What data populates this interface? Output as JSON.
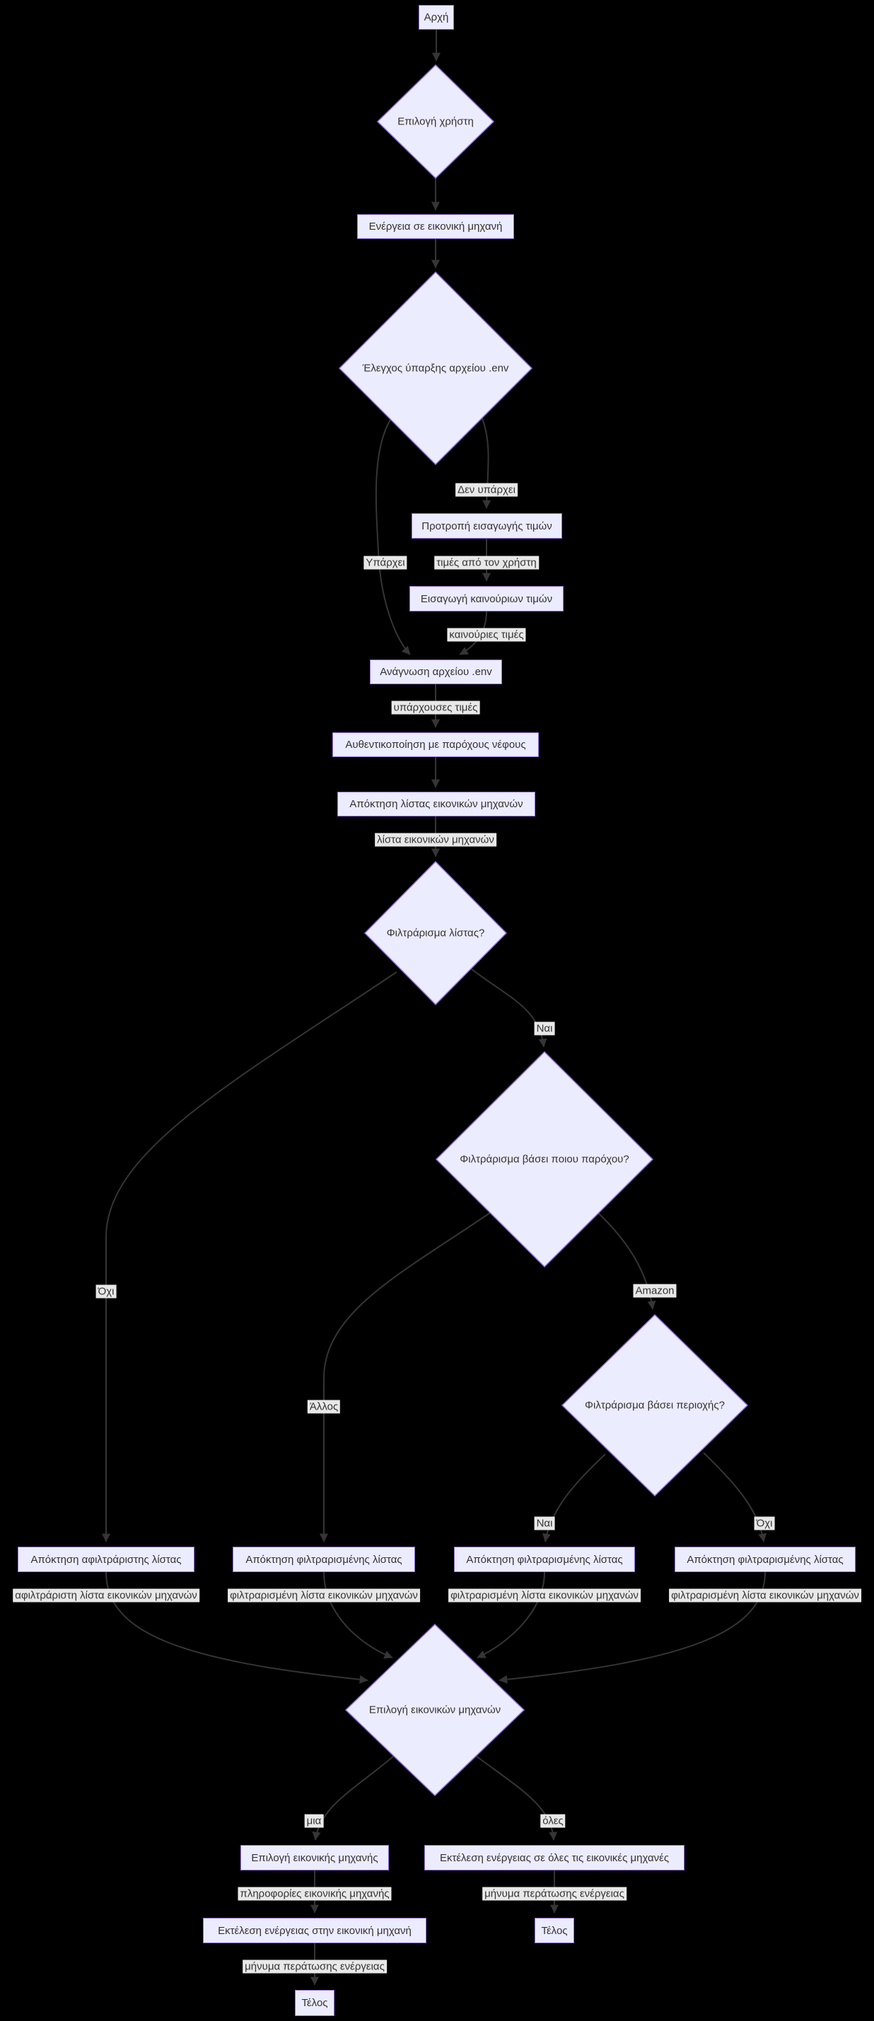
{
  "diagram": {
    "type": "flowchart",
    "colors": {
      "background": "#000000",
      "node_fill": "#ECECFF",
      "node_border": "#9370DB",
      "node_text": "#333333",
      "edge_color": "#353535",
      "edge_label_bg": "#e8e8e8"
    },
    "nodes": {
      "start": "Αρχή",
      "user_choice": "Επιλογή χρήστη",
      "vm_action": "Ενέργεια σε εικονική μηχανή",
      "check_env": "Έλεγχος ύπαρξης αρχείου .env",
      "prompt_values": "Προτροπή εισαγωγής τιμών",
      "input_values": "Εισαγωγή καινούριων τιμών",
      "read_env": "Ανάγνωση αρχείου .env",
      "auth_cloud": "Αυθεντικοποίηση με παρόχους νέφους",
      "get_vm_list": "Απόκτηση λίστας εικονικών μηχανών",
      "filter_list_q": "Φιλτράρισμα λίστας?",
      "filter_provider_q": "Φιλτράρισμα βάσει ποιου παρόχου?",
      "filter_region_q": "Φιλτράρισμα βάσει περιοχής?",
      "get_unfiltered": "Απόκτηση αφιλτράριστης λίστας",
      "get_filtered_1": "Απόκτηση φιλτραρισμένης λίστας",
      "get_filtered_2": "Απόκτηση φιλτραρισμένης λίστας",
      "get_filtered_3": "Απόκτηση φιλτραρισμένης λίστας",
      "select_vms_q": "Επιλογή εικονικών μηχανών",
      "select_vm": "Επιλογή εικονικής μηχανής",
      "exec_all": "Εκτέλεση ενέργειας σε όλες τις εικονικές μηχανές",
      "exec_one": "Εκτέλεση ενέργειας στην εικονική μηχανή",
      "end_left": "Τέλος",
      "end_right": "Τέλος"
    },
    "edge_labels": {
      "not_exists": "Δεν υπάρχει",
      "exists": "Υπάρχει",
      "values_from_user": "τιμές από τον χρήστη",
      "new_values": "καινούριες τιμές",
      "existing_values": "υπάρχουσες τιμές",
      "vm_list": "λίστα εικονικών μηχανών",
      "yes_1": "Ναι",
      "no_1": "Όχι",
      "amazon": "Amazon",
      "other": "Άλλος",
      "yes_2": "Ναι",
      "no_2": "Όχι",
      "unfiltered_list": "αφιλτράριστη λίστα εικονικών μηχανών",
      "filtered_list_1": "φιλτραρισμένη λίστα εικονικών μηχανών",
      "filtered_list_2": "φιλτραρισμένη λίστα εικονικών μηχανών",
      "filtered_list_3": "φιλτραρισμένη λίστα εικονικών μηχανών",
      "one": "μια",
      "all": "όλες",
      "vm_info": "πληροφορίες εικονικής μηχανής",
      "completion_msg_left": "μήνυμα περάτωσης ενέργειας",
      "completion_msg_right": "μήνυμα περάτωσης ενέργειας"
    }
  }
}
